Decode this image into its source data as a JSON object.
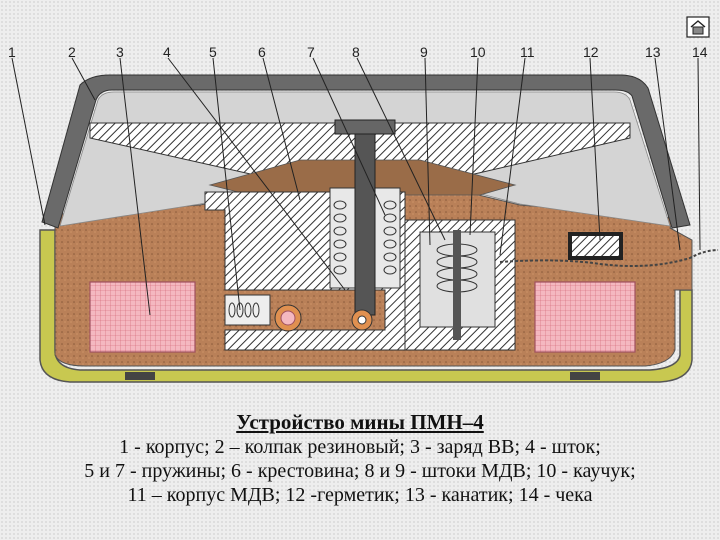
{
  "labels": [
    "1",
    "2",
    "3",
    "4",
    "5",
    "6",
    "7",
    "8",
    "9",
    "10",
    "11",
    "12",
    "13",
    "14"
  ],
  "caption": {
    "title": "Устройство мины ПМН–4",
    "line1": "1 - корпус; 2 – колпак резиновый; 3 - заряд ВВ; 4 - шток;",
    "line2": "5 и 7 - пружины; 6 - крестовина; 8 и 9 - штоки МДВ; 10 - каучук;",
    "line3": "11 – корпус МДВ; 12 -герметик; 13 - канатик; 14 - чека"
  },
  "icons": {
    "home": "home-icon"
  },
  "colors": {
    "body": "#b07a55",
    "charge": "#e8a0a8",
    "cap": "#555555",
    "base": "#c8c850"
  }
}
